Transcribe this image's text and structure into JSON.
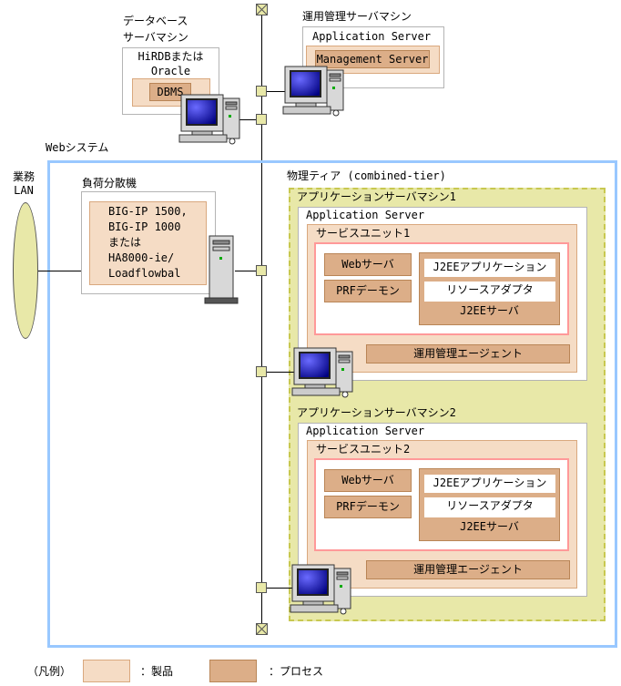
{
  "colors": {
    "product": "#f5dcc5",
    "process": "#dcae88",
    "web_system_border": "#99c8ff",
    "tier_fill": "#e8e8a8",
    "service_unit_border": "#ff9999"
  },
  "db_machine": {
    "label_line1": "データベース",
    "label_line2": "サーバマシン",
    "product_line1": "HiRDBまたは",
    "product_line2": "Oracle",
    "process": "DBMS"
  },
  "mgmt_machine": {
    "label": "運用管理サーバマシン",
    "app_server": "Application Server",
    "process": "Management Server"
  },
  "web_system": {
    "label": "Webシステム"
  },
  "lan": {
    "label_line1": "業務",
    "label_line2": "LAN"
  },
  "load_balancer": {
    "label": "負荷分散機",
    "lines": [
      "BIG-IP 1500,",
      "BIG-IP 1000",
      "または",
      "HA8000-ie/",
      "Loadflowbal"
    ]
  },
  "tier": {
    "label": "物理ティア (combined-tier)"
  },
  "machines": [
    {
      "label": "アプリケーションサーバマシン1",
      "app_server": "Application Server",
      "service_unit": "サービスユニット1",
      "web_server": "Webサーバ",
      "prf": "PRFデーモン",
      "j2ee_app": "J2EEアプリケーション",
      "resource_adapter": "リソースアダプタ",
      "j2ee_server": "J2EEサーバ",
      "agent": "運用管理エージェント"
    },
    {
      "label": "アプリケーションサーバマシン2",
      "app_server": "Application Server",
      "service_unit": "サービスユニット2",
      "web_server": "Webサーバ",
      "prf": "PRFデーモン",
      "j2ee_app": "J2EEアプリケーション",
      "resource_adapter": "リソースアダプタ",
      "j2ee_server": "J2EEサーバ",
      "agent": "運用管理エージェント"
    }
  ],
  "legend": {
    "title": "（凡例）",
    "product": "：製品",
    "process": "：プロセス"
  }
}
